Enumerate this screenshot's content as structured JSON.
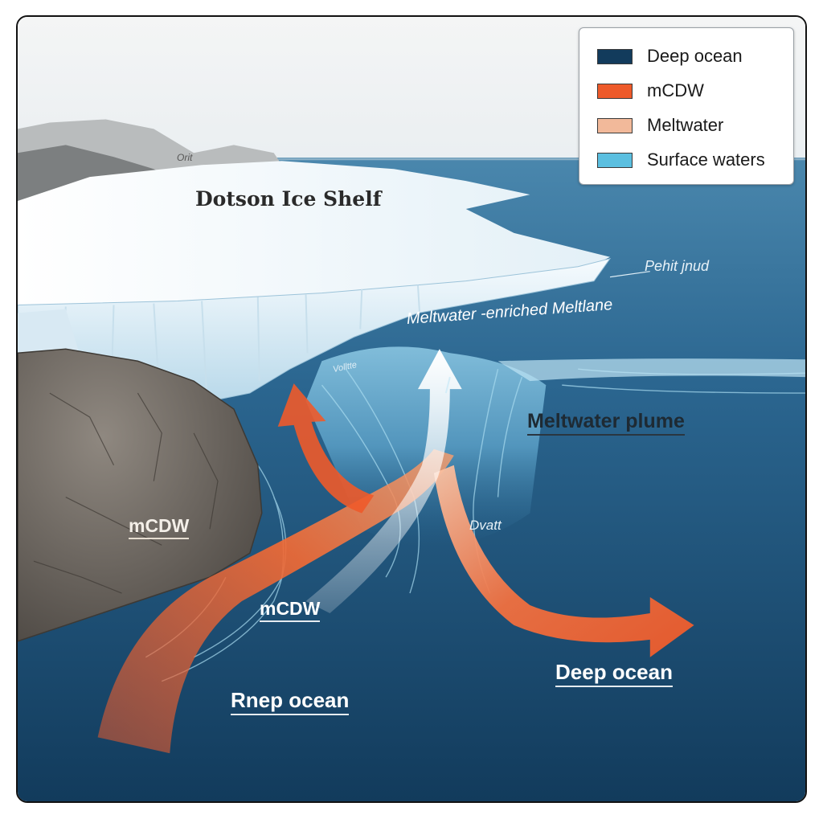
{
  "diagram": {
    "labels": {
      "ice_shelf": "Dotson Ice Shelf",
      "ice_small": "Orit",
      "pehit": "Pehit jnud",
      "meltwater_enriched": "Meltwater -enriched Meltlane",
      "small_center": "Volltte",
      "meltwater_plume": "Meltwater plume",
      "mcdw_rock": "mCDW",
      "mcdw_water": "mCDW",
      "dvatt": "Dvatt",
      "deep_ocean_right": "Deep ocean",
      "rnep_ocean": "Rnep ocean"
    }
  },
  "legend": {
    "items": [
      {
        "label": "Deep ocean",
        "color": "#123b5c"
      },
      {
        "label": "mCDW",
        "color": "#ee5a2a"
      },
      {
        "label": "Meltwater",
        "color": "#f2b99a"
      },
      {
        "label": "Surface waters",
        "color": "#5bbfe0"
      }
    ]
  }
}
